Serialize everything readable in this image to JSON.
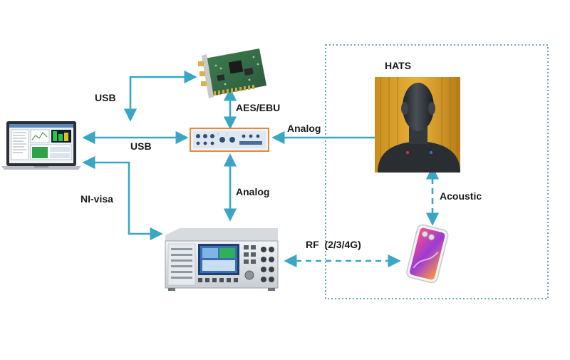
{
  "labels": {
    "usb_top": "USB",
    "usb_mid": "USB",
    "aes_ebu": "AES/EBU",
    "analog_hats": "Analog",
    "analog_vert": "Analog",
    "ni_visa": "NI-visa",
    "hats": "HATS",
    "acoustic": "Acoustic",
    "rf": "RF  (2/3/4G)"
  },
  "colors": {
    "connector": "#3aa6c4",
    "dashed_box": "#3d8fa8",
    "label_text": "#1a1a1a",
    "audio_interface_border": "#e8893a"
  },
  "icons": [
    "laptop-icon",
    "pci-audio-card-icon",
    "audio-interface-icon",
    "radio-communication-tester-icon",
    "hats-head-icon",
    "smartphone-icon"
  ]
}
